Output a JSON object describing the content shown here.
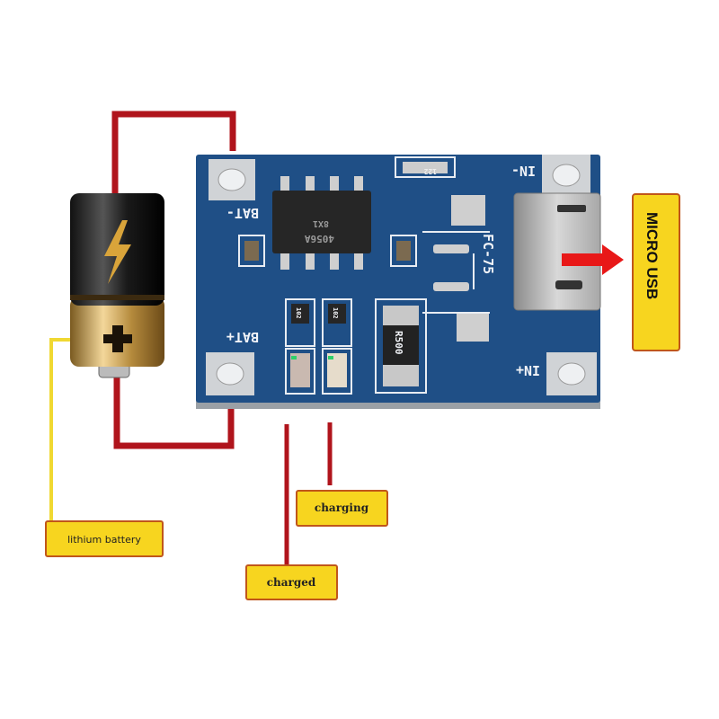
{
  "labels": {
    "micro_usb": "MICRO USB",
    "charging": "charging",
    "charged": "charged",
    "lithium_battery": "lithium battery"
  },
  "board": {
    "bat_minus": "BAT-",
    "bat_plus": "BAT+",
    "in_minus": "IN-",
    "in_plus": "IN+",
    "model": "FC-75",
    "chip_line1": "4056A",
    "chip_line2": "8X1",
    "resistor_top": "122",
    "resistor_led1": "102",
    "resistor_led2": "102",
    "shunt_resistor": "R500"
  },
  "colors": {
    "wire_red": "#b0141c",
    "wire_yellow": "#f0d832",
    "label_fill": "#f7d51f",
    "label_border": "#c0561a",
    "pcb_blue": "#1f4f86",
    "arrow_red": "#e81818"
  }
}
